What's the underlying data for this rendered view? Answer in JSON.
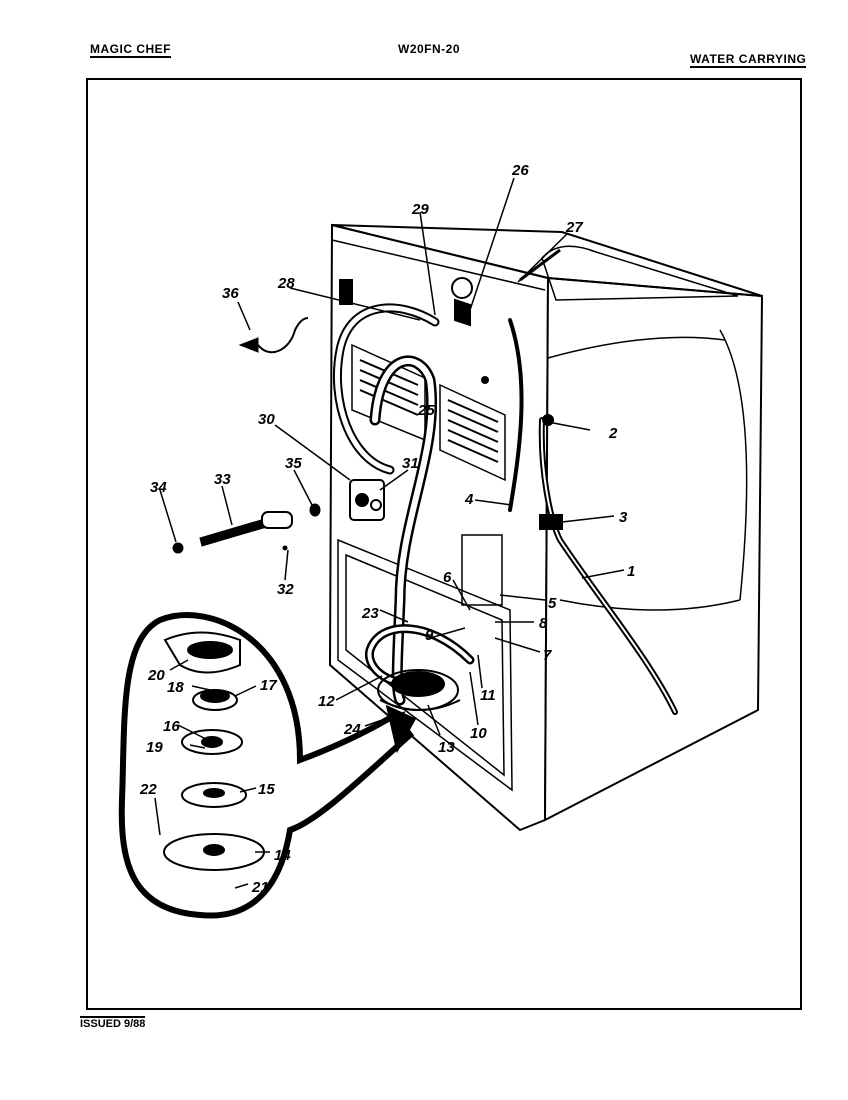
{
  "header": {
    "brand": "MAGIC CHEF",
    "model": "W20FN-20",
    "section": "WATER CARRYING"
  },
  "footer": {
    "issued": "ISSUED 9/88"
  },
  "callouts": [
    "1",
    "2",
    "3",
    "4",
    "5",
    "6",
    "7",
    "8",
    "9",
    "10",
    "11",
    "12",
    "13",
    "14",
    "15",
    "16",
    "17",
    "18",
    "19",
    "20",
    "21",
    "22",
    "23",
    "24",
    "25",
    "26",
    "27",
    "28",
    "29",
    "30",
    "31",
    "32",
    "33",
    "34",
    "35",
    "36"
  ]
}
